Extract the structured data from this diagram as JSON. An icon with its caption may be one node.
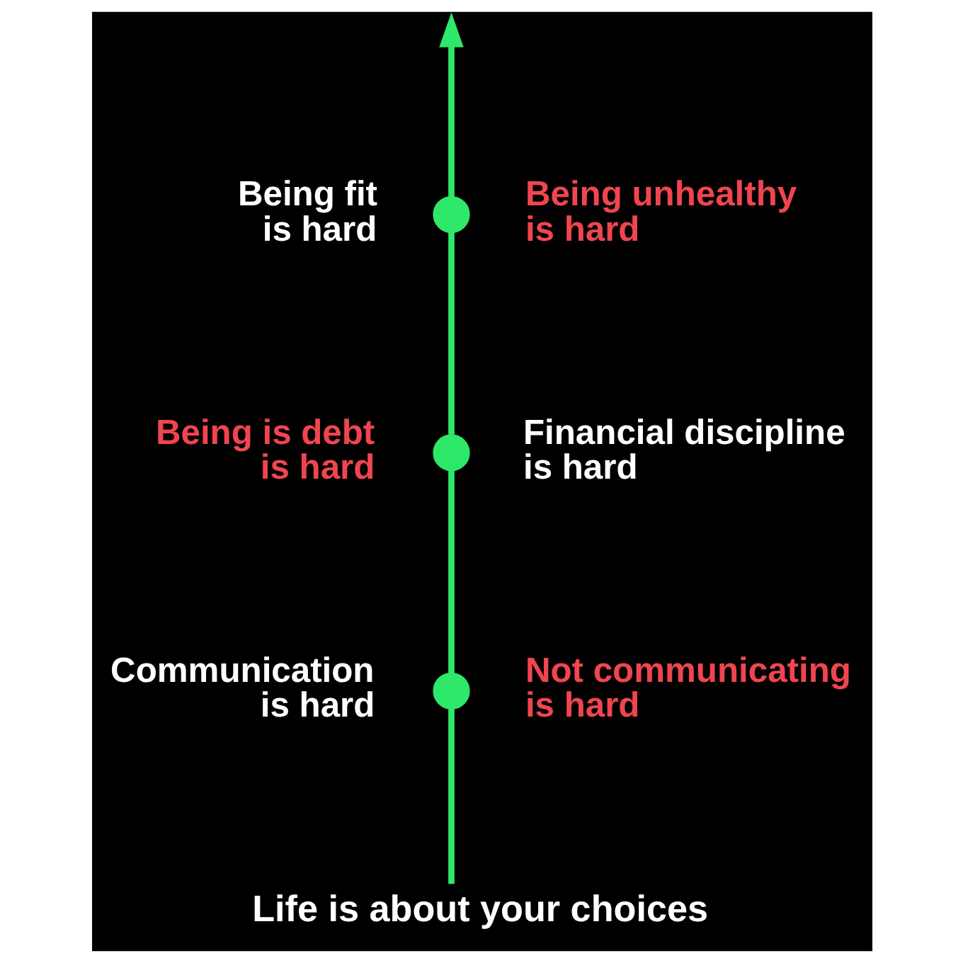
{
  "diagram": {
    "caption": "Life is about your choices",
    "nodes": [
      {
        "text": [],
        "shape": "circle",
        "beside": [
          "Being fit is hard"
        ]
      },
      {
        "text": [],
        "shape": "circle",
        "beside": [
          "Financial discipline is hard"
        ]
      },
      {
        "text": [],
        "shape": "circle",
        "beside": [
          "Communication is hard"
        ]
      }
    ],
    "edges": [
      {
        "from": null,
        "to": 2,
        "arrow": "none"
      },
      {
        "from": 2,
        "to": 1,
        "arrow": "none"
      },
      {
        "from": 1,
        "to": 0,
        "arrow": "none"
      },
      {
        "from": 0,
        "to": null,
        "arrow": "to"
      }
    ],
    "labels": [
      "Being unhealthy is hard",
      "Being is debt is hard",
      "Not communicating is hard"
    ]
  }
}
